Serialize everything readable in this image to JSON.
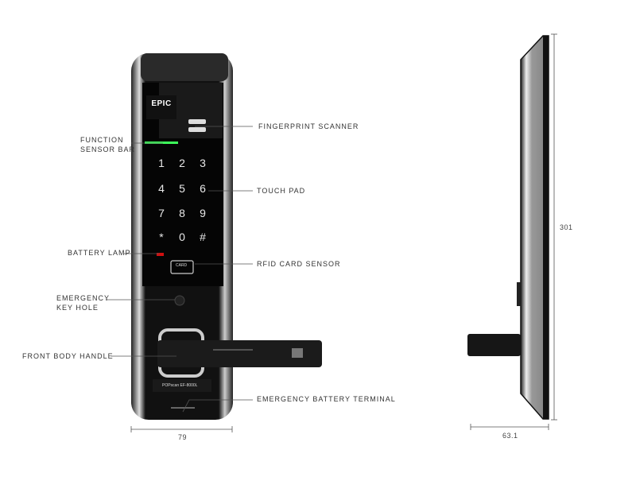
{
  "brand": "EPIC",
  "model_label": "POPscan EF-8000L",
  "keypad": [
    "1",
    "2",
    "3",
    "4",
    "5",
    "6",
    "7",
    "8",
    "9",
    "*",
    "0",
    "#"
  ],
  "card_label": "CARD",
  "labels": {
    "function_sensor_bar": [
      "FUNCTION",
      "SENSOR BAR"
    ],
    "fingerprint_scanner": "FINGERPRINT SCANNER",
    "touch_pad": "TOUCH PAD",
    "battery_lamp": "BATTERY LAMP",
    "rfid_card_sensor": "RFID CARD SENSOR",
    "emergency_key_hole": [
      "EMERGENCY",
      "KEY HOLE"
    ],
    "front_body_handle": "FRONT BODY HANDLE",
    "emergency_battery_terminal": "EMERGENCY BATTERY TERMINAL"
  },
  "dimensions": {
    "front_width": "79",
    "side_height": "301",
    "side_depth": "63.1"
  },
  "colors": {
    "body": "#111111",
    "sensor_bar": "#3dff5a",
    "battery_lamp": "#d01010",
    "chrome": "#c8c8c8"
  }
}
